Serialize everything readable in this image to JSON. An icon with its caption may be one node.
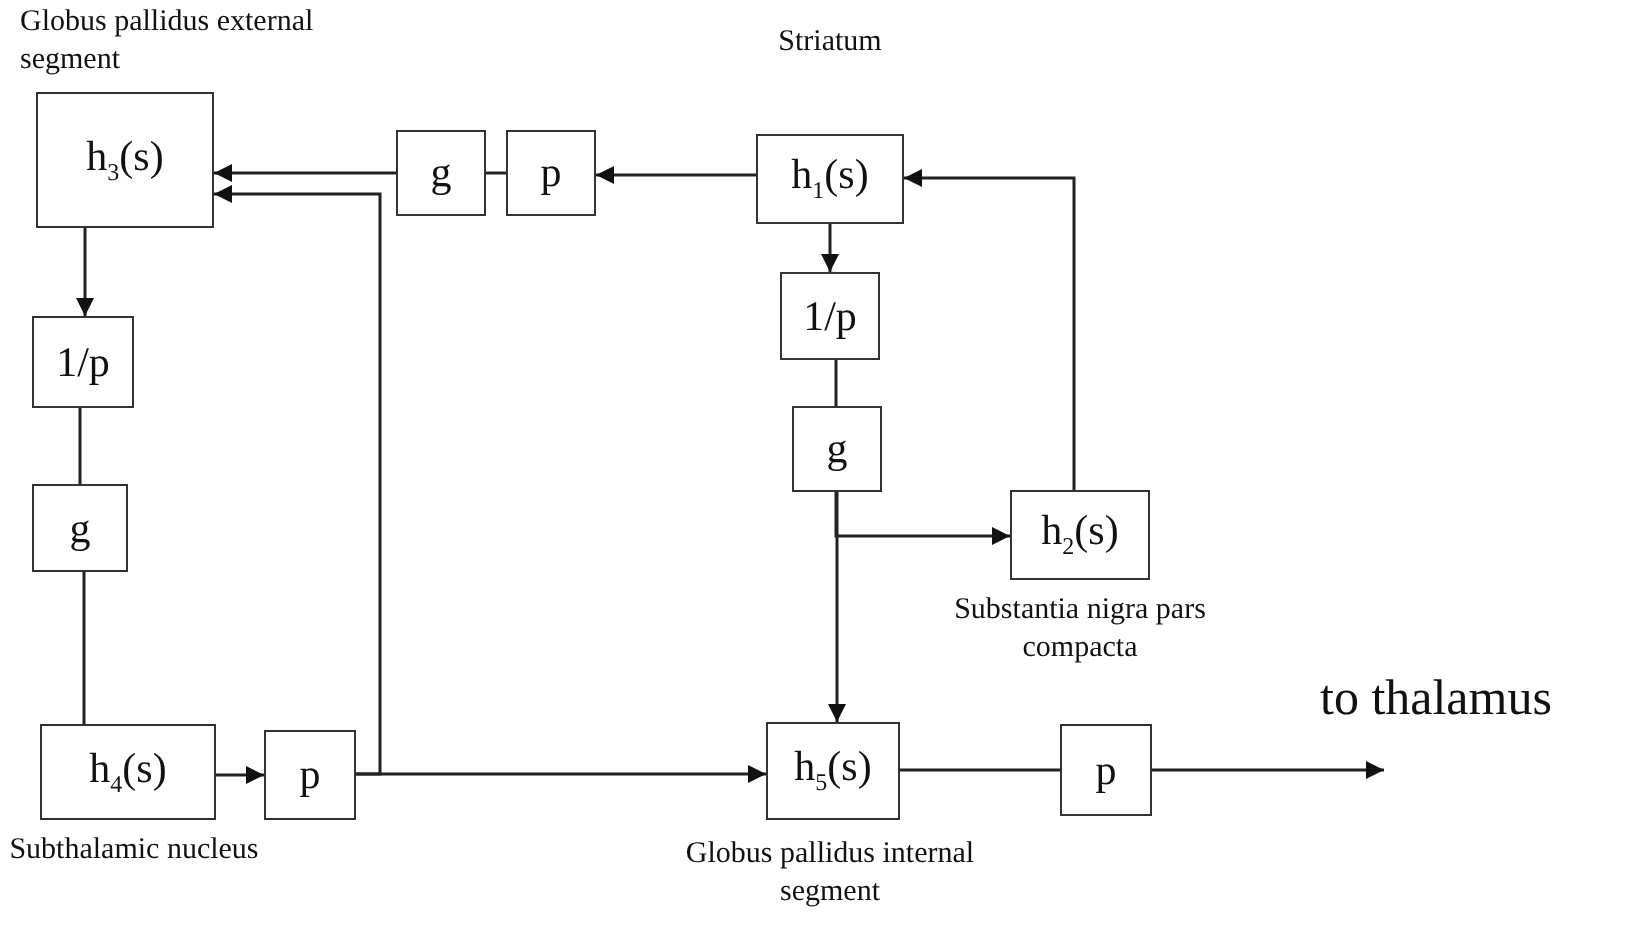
{
  "diagram": {
    "nodes": [
      {
        "text": [
          "h$_{3}$(s)"
        ],
        "beside": [
          "Globus pallidus external segment"
        ]
      },
      {
        "text": [
          "g"
        ]
      },
      {
        "text": [
          "p"
        ]
      },
      {
        "text": [
          "h$_{1}$(s)"
        ],
        "beside": [
          "Striatum"
        ]
      },
      {
        "text": [
          "1/p"
        ]
      },
      {
        "text": [
          "1/p"
        ]
      },
      {
        "text": [
          "g"
        ]
      },
      {
        "text": [
          "g"
        ]
      },
      {
        "text": [
          "h$_{2}$(s)"
        ],
        "beside": [
          "Substantia nigra pars compacta"
        ]
      },
      {
        "text": [
          "h$_{4}$(s)"
        ],
        "beside": [
          "Subthalamic nucleus"
        ]
      },
      {
        "text": [
          "p"
        ]
      },
      {
        "text": [
          "h$_{5}$(s)"
        ],
        "beside": [
          "Globus pallidus internal segment"
        ]
      },
      {
        "text": [
          "p"
        ]
      }
    ],
    "edges": [
      {
        "from": 3,
        "to": 2,
        "arrow": "to"
      },
      {
        "from": 2,
        "to": 1,
        "arrow": "none"
      },
      {
        "from": 1,
        "to": 0,
        "arrow": "to"
      },
      {
        "from": 10,
        "to": 0,
        "arrow": "to"
      },
      {
        "from": 0,
        "to": 4,
        "arrow": "to"
      },
      {
        "from": 4,
        "to": 6,
        "arrow": "none"
      },
      {
        "from": 6,
        "to": 9,
        "arrow": "none"
      },
      {
        "from": 9,
        "to": 10,
        "arrow": "to"
      },
      {
        "from": 3,
        "to": 5,
        "arrow": "to"
      },
      {
        "from": 5,
        "to": 7,
        "arrow": "none"
      },
      {
        "from": 7,
        "to": 8,
        "arrow": "to"
      },
      {
        "from": 7,
        "to": 11,
        "arrow": "to"
      },
      {
        "from": 8,
        "to": 3,
        "arrow": "to"
      },
      {
        "from": 10,
        "to": 11,
        "arrow": "to"
      },
      {
        "from": 11,
        "to": 12,
        "arrow": "none"
      },
      {
        "from": 12,
        "to": null,
        "arrow": "to"
      }
    ],
    "labels": [
      "to thalamus"
    ]
  }
}
